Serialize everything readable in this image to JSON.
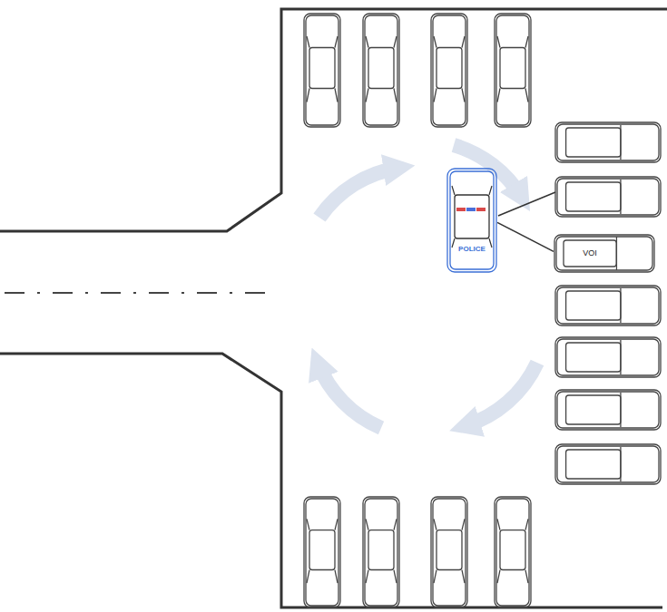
{
  "diagram": {
    "nodes": [
      {
        "text": [
          "POLICE"
        ]
      },
      {
        "text": [
          "VOI"
        ]
      }
    ],
    "edges": [
      {
        "from": 0,
        "to": 1,
        "arrow": "none"
      }
    ]
  }
}
